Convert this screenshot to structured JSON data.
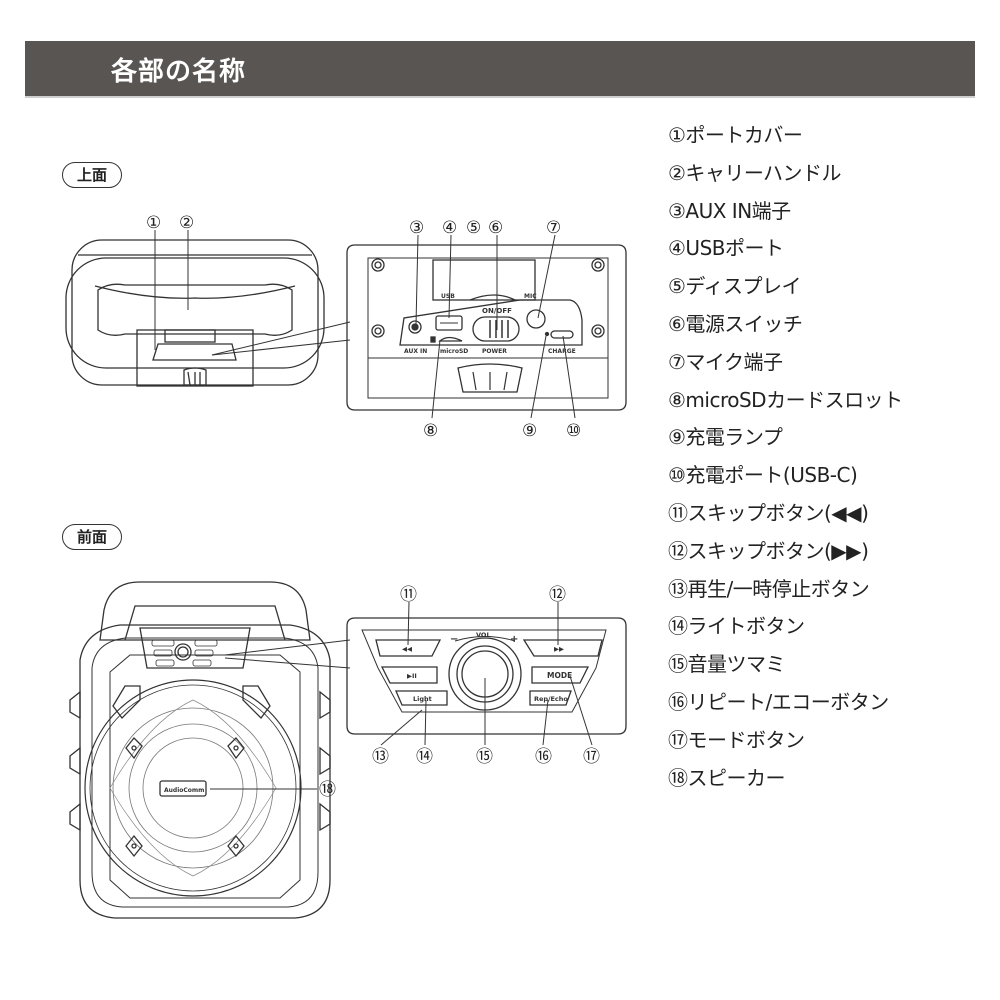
{
  "header": {
    "title": "各部の名称"
  },
  "views": {
    "top": "上面",
    "front": "前面"
  },
  "callout_numbers": [
    "①",
    "②",
    "③",
    "④",
    "⑤",
    "⑥",
    "⑦",
    "⑧",
    "⑨",
    "⑩",
    "⑪",
    "⑫",
    "⑬",
    "⑭",
    "⑮",
    "⑯",
    "⑰",
    "⑱"
  ],
  "top_panel_labels": {
    "usb": "USB",
    "mic": "MIC",
    "on_off": "ON/OFF",
    "aux_in": "AUX IN",
    "microsd": "microSD",
    "power": "POWER",
    "charge": "CHARGE"
  },
  "front_panel_labels": {
    "vol": "VOL",
    "minus": "−",
    "plus": "+",
    "prev": "◀◀",
    "next": "▶▶",
    "play_pause": "▶II",
    "light": "Light",
    "mode": "MODE",
    "rep_echo": "Rep/Echo",
    "brand": "AudioComm"
  },
  "parts": [
    "①ポートカバー",
    "②キャリーハンドル",
    "③AUX IN端子",
    "④USBポート",
    "⑤ディスプレイ",
    "⑥電源スイッチ",
    "⑦マイク端子",
    "⑧microSDカードスロット",
    "⑨充電ランプ",
    "⑩充電ポート(USB-C)",
    "⑪スキップボタン(◀◀)",
    "⑫スキップボタン(▶▶)",
    "⑬再生/一時停止ボタン",
    "⑭ライトボタン",
    "⑮音量ツマミ",
    "⑯リピート/エコーボタン",
    "⑰モードボタン",
    "⑱スピーカー"
  ]
}
